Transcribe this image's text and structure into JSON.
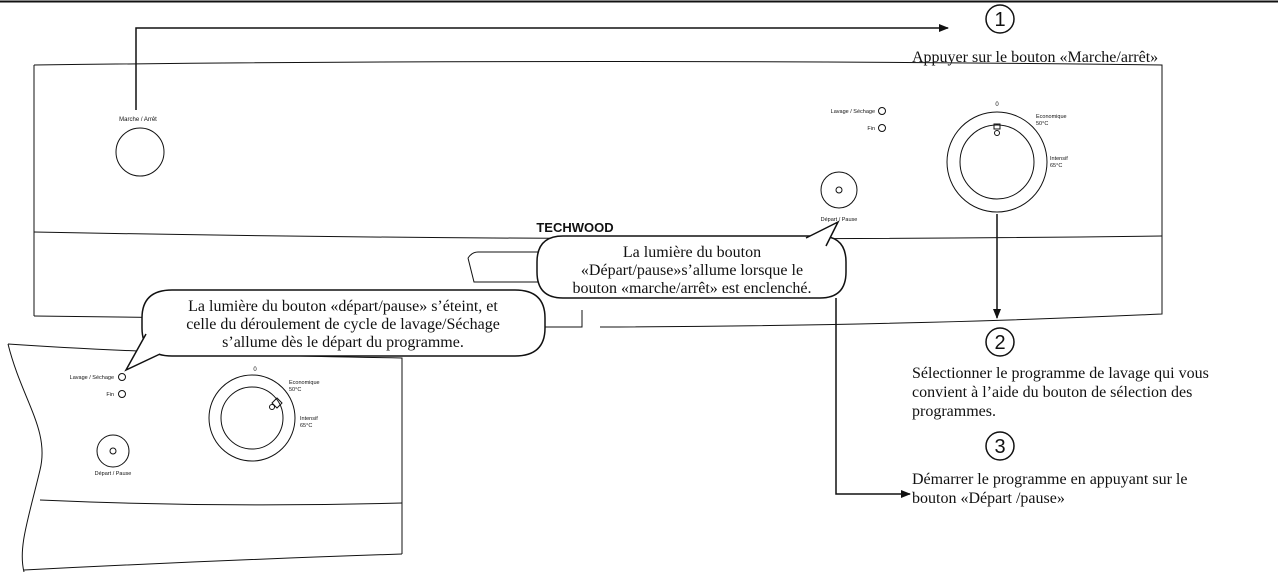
{
  "panel": {
    "power_label": "Marche / Arrêt",
    "brand": "TECHWOOD",
    "indicator_wash_dry": "Lavage / Séchage",
    "indicator_end": "Fin",
    "start_pause_label": "Départ / Pause",
    "dial_zero": "0",
    "dial_eco_line1": "Economique",
    "dial_eco_line2": "50°C",
    "dial_intensive_line1": "Intensif",
    "dial_intensive_line2": "65°C"
  },
  "steps": [
    {
      "number": "1",
      "lines": [
        "Appuyer sur le bouton «Marche/arrêt»"
      ]
    },
    {
      "number": "2",
      "lines": [
        "Sélectionner le programme de lavage qui vous",
        "convient à l’aide du bouton de sélection des",
        "programmes."
      ]
    },
    {
      "number": "3",
      "lines": [
        "Démarrer le programme en appuyant sur le",
        "bouton «Départ /pause»"
      ]
    }
  ],
  "callouts": {
    "start_light": [
      "La lumière du bouton",
      "«Départ/pause»s’allume lorsque le",
      "bouton «marche/arrêt» est enclenché."
    ],
    "cycle_light": [
      "La lumière du bouton «départ/pause» s’éteint, et",
      "celle du déroulement de cycle de lavage/Séchage",
      "s’allume dès le départ du programme."
    ]
  }
}
